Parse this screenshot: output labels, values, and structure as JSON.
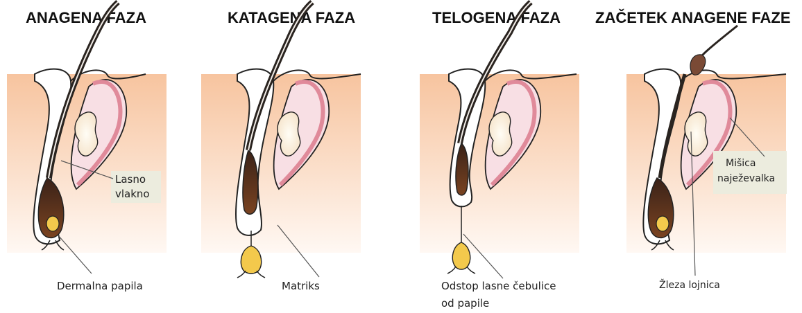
{
  "panels": [
    {
      "title": "ANAGENA FAZA"
    },
    {
      "title": "KATAGENA FAZA"
    },
    {
      "title": "TELOGENA FAZA"
    },
    {
      "title": "ZAČETEK ANAGENE FAZE"
    }
  ],
  "labels": {
    "hair_fiber_line1": "Lasno",
    "hair_fiber_line2": "vlakno",
    "dermal_papilla": "Dermalna papila",
    "matrix": "Matriks",
    "detach_line1": "Odstop lasne čebulice",
    "detach_line2": "od papile",
    "muscle_line1": "Mišica",
    "muscle_line2": "naježevalka",
    "sebaceous_gland": "Žleza lojnica"
  },
  "colors": {
    "skin_top": "#f7c9a6",
    "skin_bottom": "#fff7f1",
    "hair_shaft": "#3a2a22",
    "bulb": "#5c3119",
    "papilla": "#f3c94c",
    "muscle": "#e58f9d",
    "follicle_sheath": "#f6dde2",
    "gland": "#fff6dd"
  }
}
